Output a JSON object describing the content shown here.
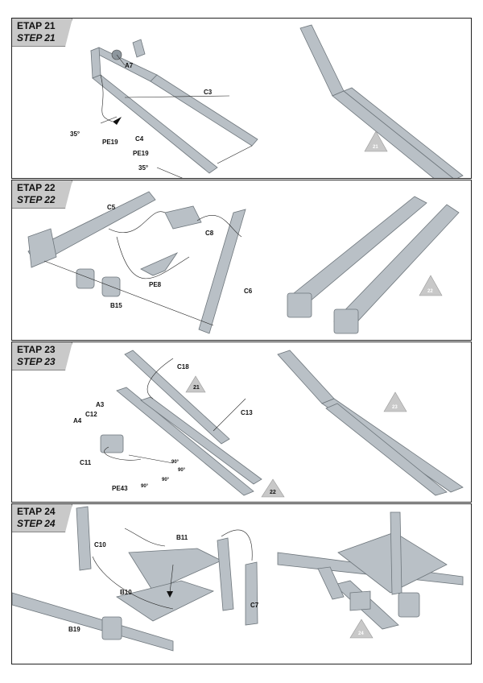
{
  "steps": [
    {
      "etap": "ETAP 21",
      "step": "STEP 21",
      "labels": {
        "a7": "A7",
        "c3": "C3",
        "c4": "C4",
        "pe19a": "PE19",
        "pe19b": "PE19",
        "ang1": "35°",
        "ang2": "35°",
        "ref": "21"
      }
    },
    {
      "etap": "ETAP 22",
      "step": "STEP 22",
      "labels": {
        "c5": "C5",
        "c8": "C8",
        "pe8": "PE8",
        "c6": "C6",
        "b15": "B15",
        "ref": "22"
      }
    },
    {
      "etap": "ETAP 23",
      "step": "STEP 23",
      "labels": {
        "c18": "C18",
        "t21": "21",
        "a3": "A3",
        "c12": "C12",
        "a4": "A4",
        "c13": "C13",
        "c11": "C11",
        "pe43": "PE43",
        "d1": "90°",
        "d2": "90°",
        "d3": "90°",
        "d4": "90°",
        "t22": "22",
        "ref": "23"
      }
    },
    {
      "etap": "ETAP 24",
      "step": "STEP 24",
      "labels": {
        "c10": "C10",
        "b11": "B11",
        "b10": "B10",
        "c7": "C7",
        "b19": "B19",
        "ref": "24"
      }
    }
  ],
  "colors": {
    "part": "#b9c0c6",
    "part_dark": "#8d969d",
    "line": "#222222",
    "triangle": "#c8c8c8"
  }
}
